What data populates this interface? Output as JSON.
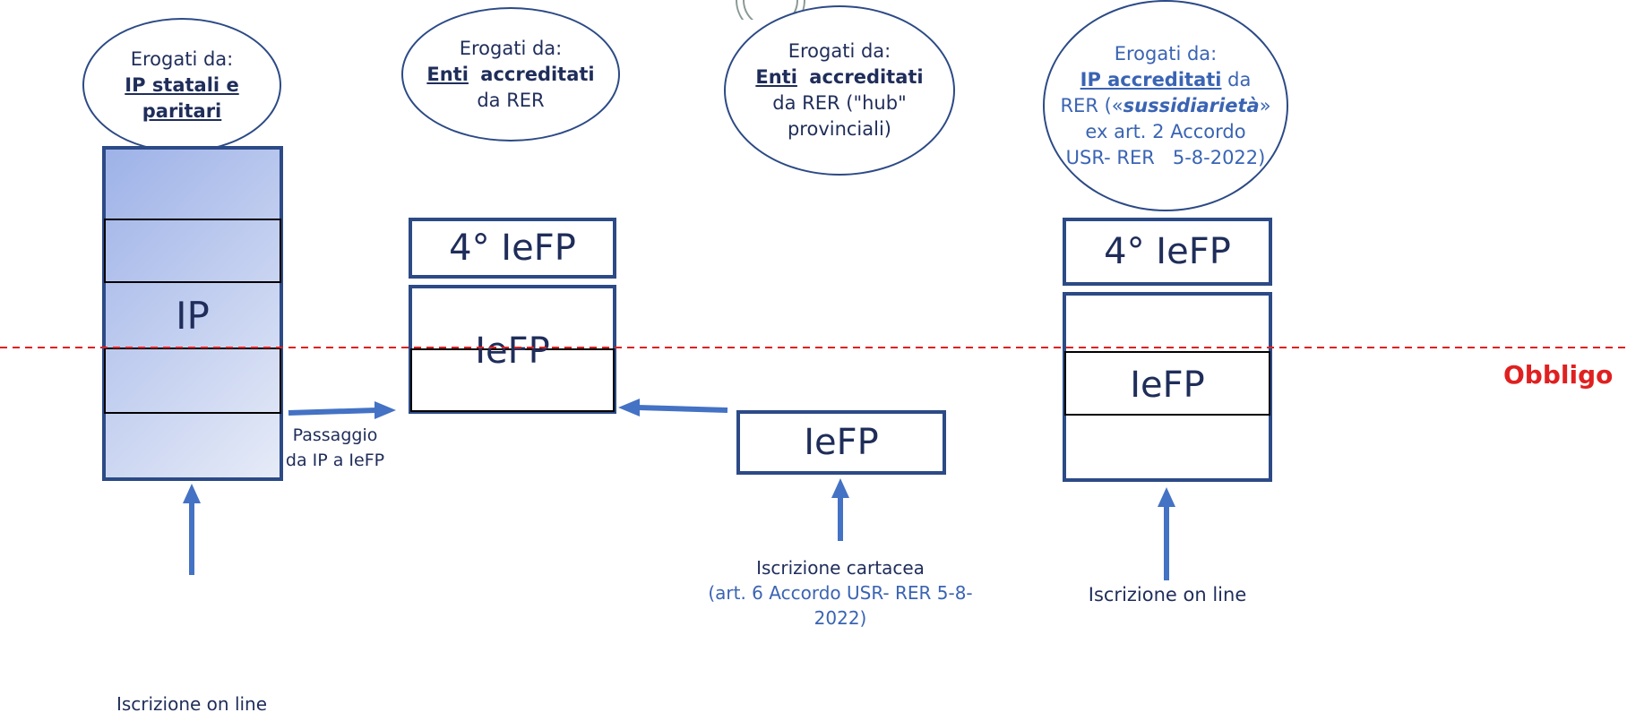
{
  "columns": {
    "ip": {
      "ellipse": {
        "line1": "Erogati da:",
        "line2": "IP statali e",
        "line3": "paritari"
      },
      "block_label": "IP",
      "caption": "Iscrizione on line"
    },
    "iefp_enti": {
      "ellipse": {
        "line1": "Erogati da:",
        "line2a": "Enti",
        "line2b": "accreditati",
        "line3": "da RER"
      },
      "top_box": "4° IeFP",
      "main_box": "IeFP"
    },
    "iefp_hub": {
      "ellipse": {
        "line1": "Erogati da:",
        "line2a": "Enti",
        "line2b": "accreditati",
        "line3": "da RER (\"hub\"",
        "line4": "provinciali)"
      },
      "box": "IeFP",
      "caption_line1": "Iscrizione cartacea",
      "caption_line2": "(art. 6 Accordo USR- RER 5-8-",
      "caption_line3": "2022)"
    },
    "ip_sussidiarieta": {
      "ellipse": {
        "line1": "Erogati da:",
        "line2a": "IP accreditati",
        "line2b": "da",
        "line3a": "RER («",
        "line3b": "sussidiarietà",
        "line3c": "»",
        "line4": "ex art. 2 Accordo",
        "line5": "USR- RER   5-8-2022)"
      },
      "top_box": "4° IeFP",
      "main_box": "IeFP",
      "caption": "Iscrizione on line"
    }
  },
  "transfer": {
    "line1": "Passaggio",
    "line2": "da IP a IeFP"
  },
  "threshold_label": "Obbligo",
  "colors": {
    "box_border": "#2c4a86",
    "arrow": "#4472c4",
    "threshold": "#e02020",
    "ip_fill_start": "#9eb2e8",
    "ip_fill_end": "#e6ebf7"
  }
}
